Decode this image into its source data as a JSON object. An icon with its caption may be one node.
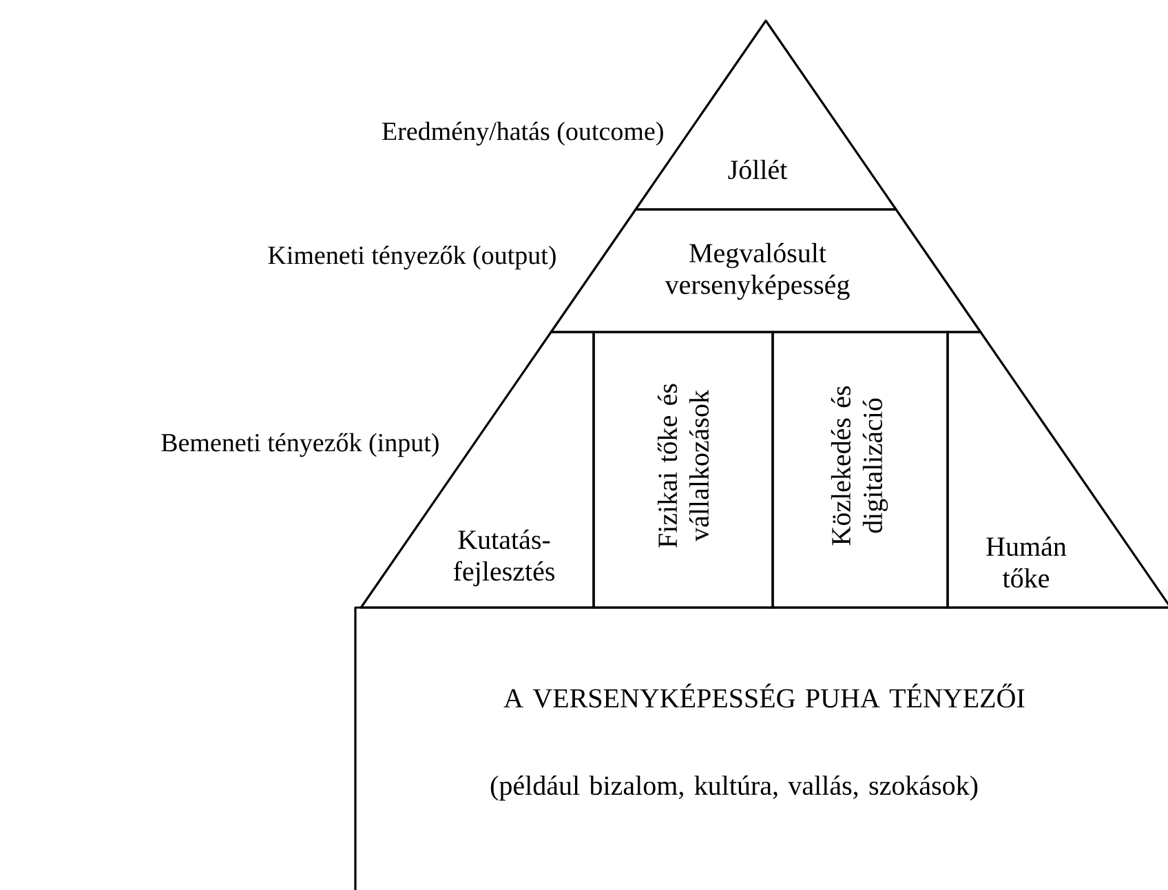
{
  "diagram": {
    "nodes": [
      {
        "text": [
          "Jóllét"
        ]
      },
      {
        "text": [
          "Megvalósult versenyképesség"
        ]
      },
      {
        "text": [
          "Kutatás-fejlesztés"
        ]
      },
      {
        "text": [
          "Fizikai tőke és vállalkozások"
        ]
      },
      {
        "text": [
          "Közlekedés és digitalizáció"
        ]
      },
      {
        "text": [
          "Humán tőke"
        ]
      },
      {
        "text": [
          "A VERSENYKÉPESSÉG PUHA TÉNYEZŐI",
          "(például bizalom, kultúra, vallás, szokások)"
        ]
      }
    ],
    "edges": [],
    "labels": [
      "Eredmény/hatás (outcome)",
      "Kimeneti tényezők (output)",
      "Bemeneti tényezők (input)"
    ]
  }
}
